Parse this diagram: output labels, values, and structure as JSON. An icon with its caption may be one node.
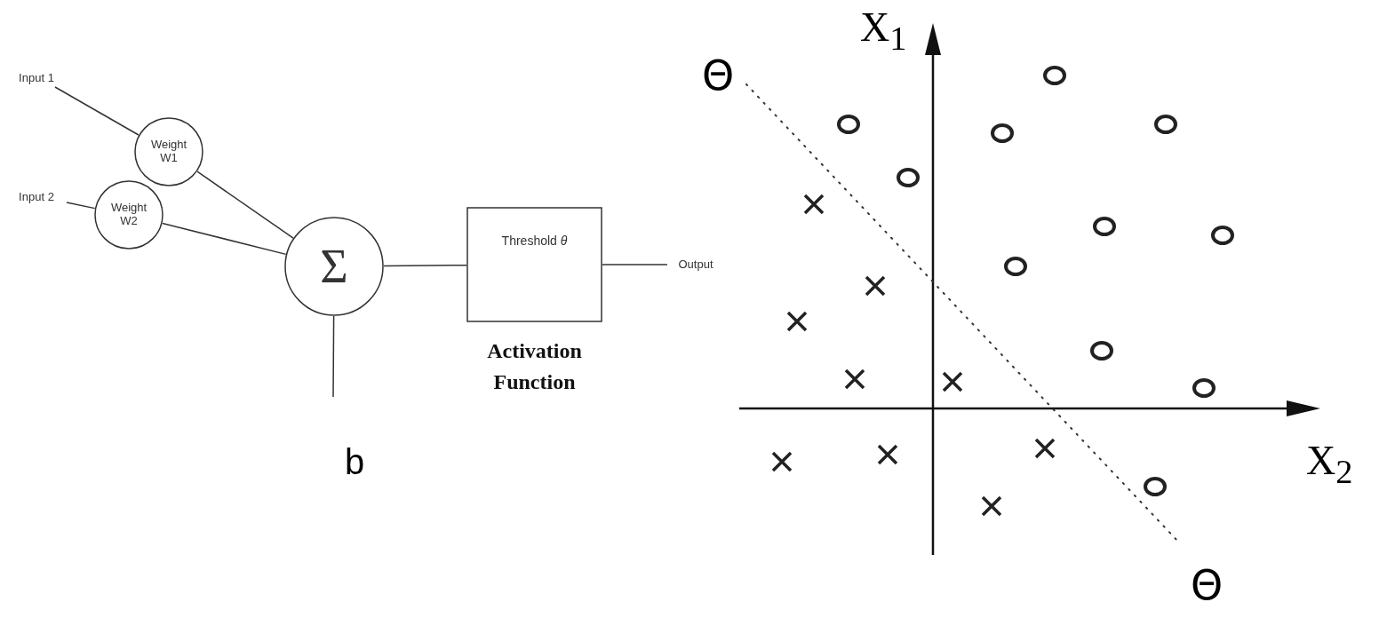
{
  "diagram": {
    "nodes": [
      {
        "text": [
          "Input 1"
        ]
      },
      {
        "text": [
          "Weight W1"
        ]
      },
      {
        "text": [
          "Input 2"
        ]
      },
      {
        "text": [
          "Weight W2"
        ]
      },
      {
        "text": [
          "Σ"
        ]
      },
      {
        "text": [
          "Threshold *θ*"
        ],
        "beside": [
          "Activation Function"
        ]
      },
      {
        "text": [
          "Output"
        ]
      }
    ],
    "edges": [
      {
        "from": 0,
        "to": 1,
        "arrow": "none"
      },
      {
        "from": 2,
        "to": 3,
        "arrow": "none"
      },
      {
        "from": 1,
        "to": 4,
        "arrow": "none"
      },
      {
        "from": 3,
        "to": 4,
        "arrow": "none"
      },
      {
        "from": 4,
        "to": 5,
        "arrow": "none"
      },
      {
        "from": 5,
        "to": 6,
        "arrow": "none"
      },
      {
        "from": 4,
        "to": null,
        "arrow": "none"
      }
    ],
    "labels": [
      "b",
      "X$_{1}$",
      "Θ",
      "X$_{2}$",
      "Θ"
    ]
  }
}
